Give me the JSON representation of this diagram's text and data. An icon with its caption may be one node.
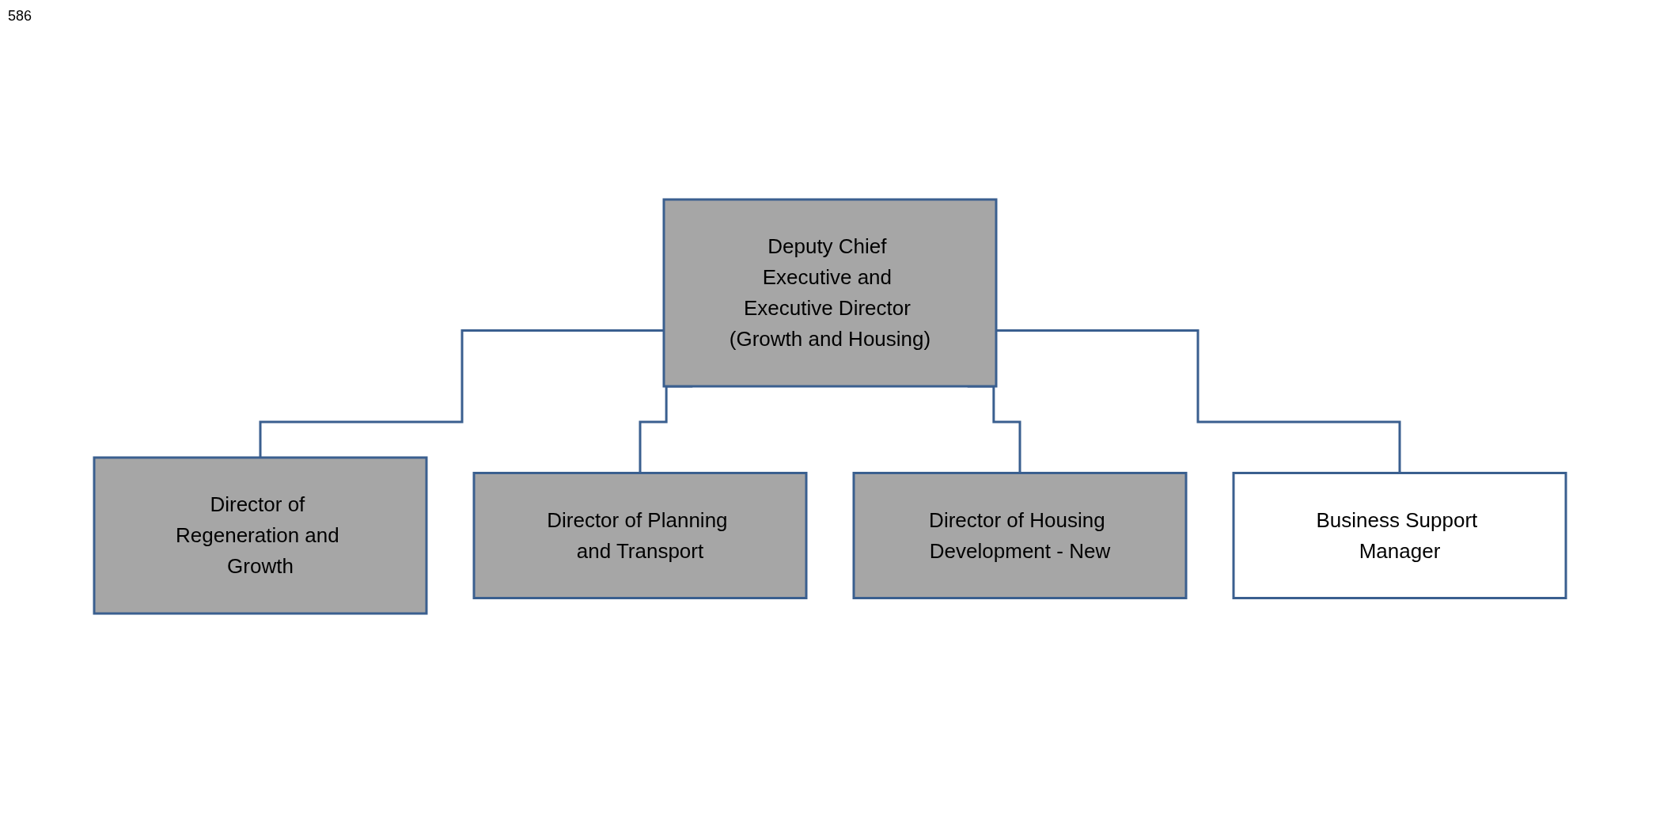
{
  "diagram": {
    "nodes": [
      {
        "text": [
          "Deputy Chief Executive and Executive Director (Growth and Housing)"
        ]
      },
      {
        "text": [
          "Director of Regeneration and Growth"
        ]
      },
      {
        "text": [
          "Director of Planning and Transport"
        ]
      },
      {
        "text": [
          "Director of Housing Development - New"
        ]
      },
      {
        "text": [
          "Business Support Manager"
        ]
      }
    ],
    "edges": [
      {
        "from": 0,
        "to": 1,
        "arrow": "none"
      },
      {
        "from": 0,
        "to": 2,
        "arrow": "none"
      },
      {
        "from": 0,
        "to": 3,
        "arrow": "none"
      },
      {
        "from": 0,
        "to": 4,
        "arrow": "none"
      }
    ],
    "labels": [
      "586"
    ]
  }
}
